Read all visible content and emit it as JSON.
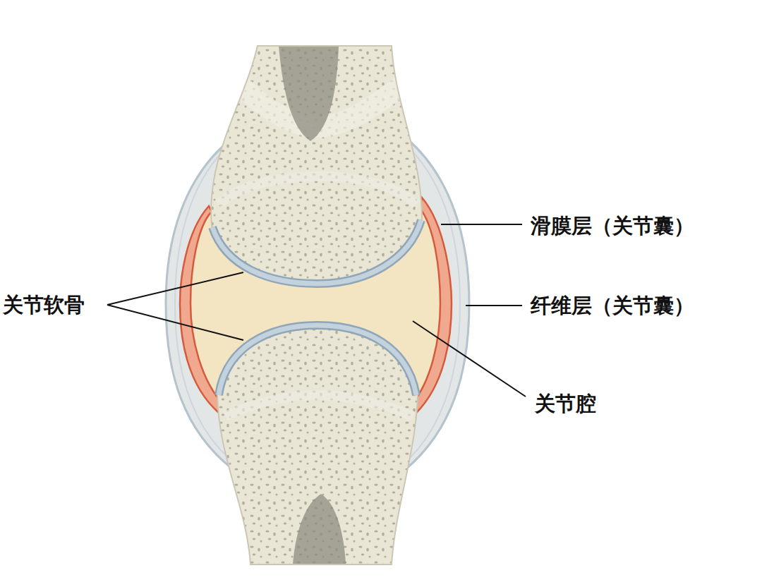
{
  "diagram": {
    "labels": [
      "滑膜层（关节囊）",
      "关节软骨",
      "纤维层（关节囊）",
      "关节腔"
    ]
  }
}
